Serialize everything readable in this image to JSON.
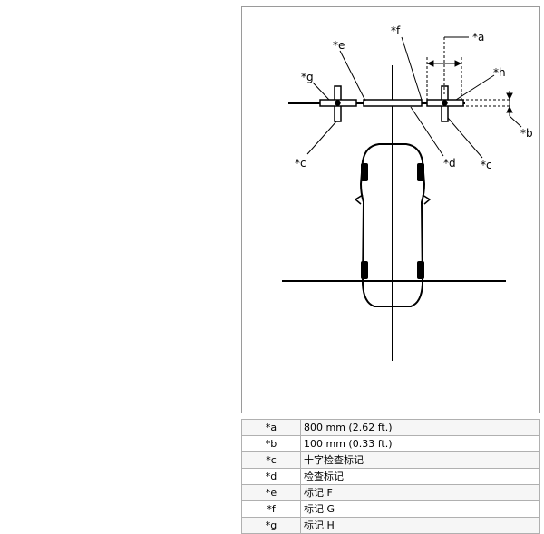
{
  "callouts": {
    "a": "*a",
    "b": "*b",
    "c": "*c",
    "d": "*d",
    "e": "*e",
    "f": "*f",
    "g": "*g",
    "h": "*h"
  },
  "legend": [
    {
      "key": "*a",
      "value": "800 mm (2.62 ft.)"
    },
    {
      "key": "*b",
      "value": "100 mm (0.33 ft.)"
    },
    {
      "key": "*c",
      "value": "十字检查标记"
    },
    {
      "key": "*d",
      "value": "检查标记"
    },
    {
      "key": "*e",
      "value": "标记 F"
    },
    {
      "key": "*f",
      "value": "标记 G"
    },
    {
      "key": "*g",
      "value": "标记 H"
    }
  ]
}
